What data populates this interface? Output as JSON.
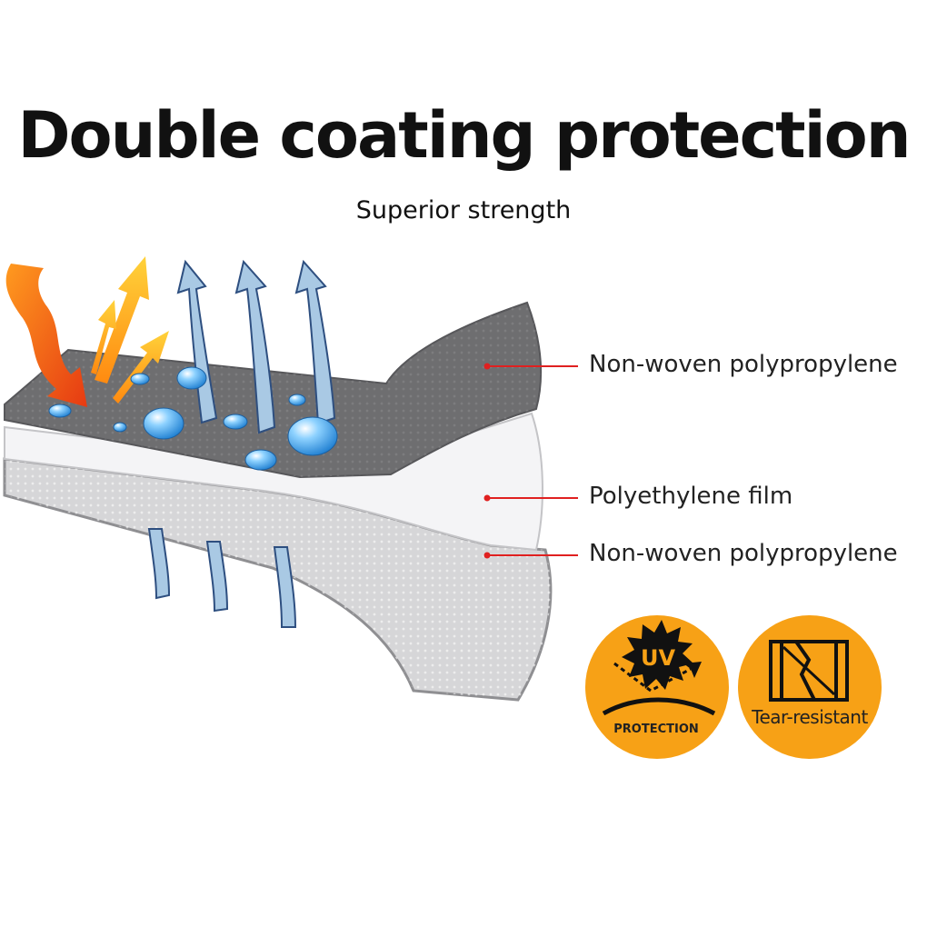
{
  "heading": {
    "title": "Double coating protection",
    "subtitle": "Superior strength"
  },
  "layers": [
    {
      "label": "Non-woven polypropylene"
    },
    {
      "label": "Polyethylene film"
    },
    {
      "label": "Non-woven polypropylene"
    }
  ],
  "badges": {
    "uv": {
      "symbol": "UV",
      "caption": "PROTECTION"
    },
    "tear": {
      "caption": "Tear-resistant"
    }
  },
  "colors": {
    "accent_orange": "#f7a116",
    "pointer_red": "#e02020",
    "top_layer_gray": "#6e6e70",
    "bottom_layer_gray": "#d6d6d8",
    "vapor_arrow_blue": "#a9c9e4"
  }
}
